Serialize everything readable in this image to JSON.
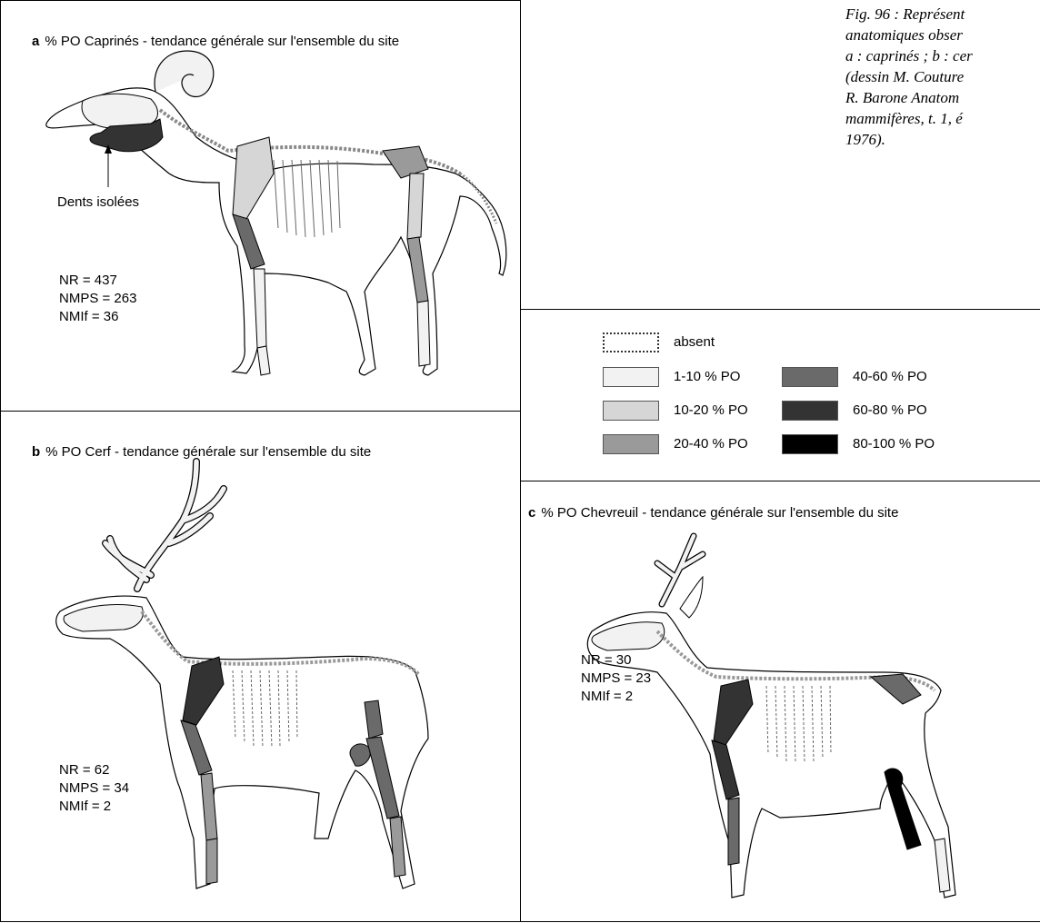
{
  "panels": {
    "a": {
      "letter": "a",
      "title": "% PO Caprinés - tendance générale sur l'ensemble du site",
      "annotation": "Dents isolées",
      "stats": [
        "NR = 437",
        "NMPS = 263",
        "NMIf = 36"
      ]
    },
    "b": {
      "letter": "b",
      "title": "% PO Cerf - tendance générale sur l'ensemble du site",
      "stats": [
        "NR = 62",
        "NMPS = 34",
        "NMIf = 2"
      ]
    },
    "c": {
      "letter": "c",
      "title": "% PO Chevreuil - tendance générale sur l'ensemble du site",
      "stats": [
        "NR = 30",
        "NMPS = 23",
        "NMIf = 2"
      ]
    }
  },
  "caption": {
    "lines": [
      "Fig. 96 : Représent",
      "anatomiques obser",
      "a : caprinés ; b : cer",
      "(dessin M. Couture",
      "R. Barone Anatom",
      "mammifères, t. 1, é",
      "1976)."
    ]
  },
  "legend": {
    "items": [
      {
        "label": "absent",
        "color": "#ffffff",
        "dotted": true
      },
      {
        "label": "1-10 % PO",
        "color": "#f2f2f2"
      },
      {
        "label": "10-20 % PO",
        "color": "#d6d6d6"
      },
      {
        "label": "20-40 % PO",
        "color": "#9a9a9a"
      },
      {
        "label": "40-60 % PO",
        "color": "#6a6a6a"
      },
      {
        "label": "60-80 % PO",
        "color": "#333333"
      },
      {
        "label": "80-100 % PO",
        "color": "#000000"
      }
    ]
  }
}
